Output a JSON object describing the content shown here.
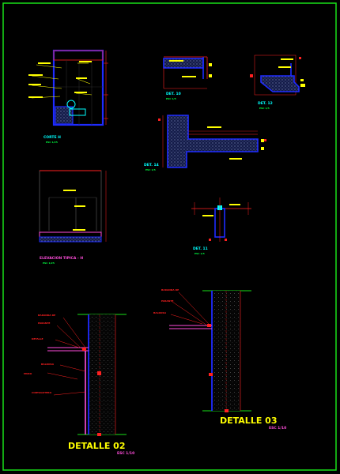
{
  "colors": {
    "background": "#000000",
    "frame": "#18e018",
    "title": "#ffff00",
    "scale": "#00ffff",
    "wall_blue": "#1e2bff",
    "section_red": "#ff2020",
    "leader_yellow": "#ffff00",
    "dim_green": "#00ff40",
    "concrete_fill": "#1a2050",
    "annotation_pink": "#ff4ddb"
  },
  "views": {
    "corte": {
      "title": "CORTE H",
      "scale": "ESC 1/25"
    },
    "det10": {
      "title": "DET. 10",
      "scale": "ESC 1/5"
    },
    "det12": {
      "title": "DET. 12",
      "scale": "ESC 1/5"
    },
    "det14": {
      "title": "DET. 14",
      "scale": "ESC 1/5"
    },
    "elevacion": {
      "title": "ELEVACION TIPICA - H",
      "scale": "ESC 1/25"
    },
    "det11": {
      "title": "DET. 11",
      "scale": "ESC 1/5"
    },
    "detalle02": {
      "title": "DETALLE  02",
      "scale": "ESC 1/10",
      "notes": [
        "BARANDA DE",
        "PARANTE",
        "BALDOSA",
        "MURO",
        "CORTAGOTERO",
        "DETALLE"
      ]
    },
    "detalle03": {
      "title": "DETALLE  03",
      "scale": "ESC 1/10",
      "notes": [
        "BARANDA DE",
        "PARANTE",
        "BALDOSA"
      ]
    }
  }
}
